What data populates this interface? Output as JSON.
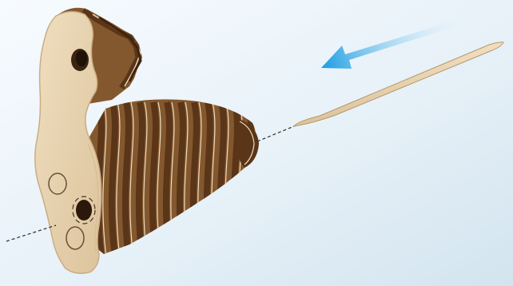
{
  "scene": {
    "background": {
      "light": "#f7fbff",
      "mid": "#e7f1f8",
      "dark": "#d3e4ef"
    },
    "wood": {
      "light": "#f0dfc0",
      "mid": "#dcc39c",
      "edge": "#c9ad84"
    },
    "laminate": {
      "dark": "#5a3518",
      "brown": "#84582e",
      "light": "#ecdcc0"
    },
    "arrow": {
      "start": "#e8f6fd",
      "end": "#1f9ee3"
    },
    "axis_line": {
      "color": "#2e2e2e",
      "style": "dashed"
    },
    "components": [
      "laminated-wooden-part",
      "wooden-dowel-pin",
      "insertion-arrow",
      "assembly-axis-line"
    ]
  }
}
